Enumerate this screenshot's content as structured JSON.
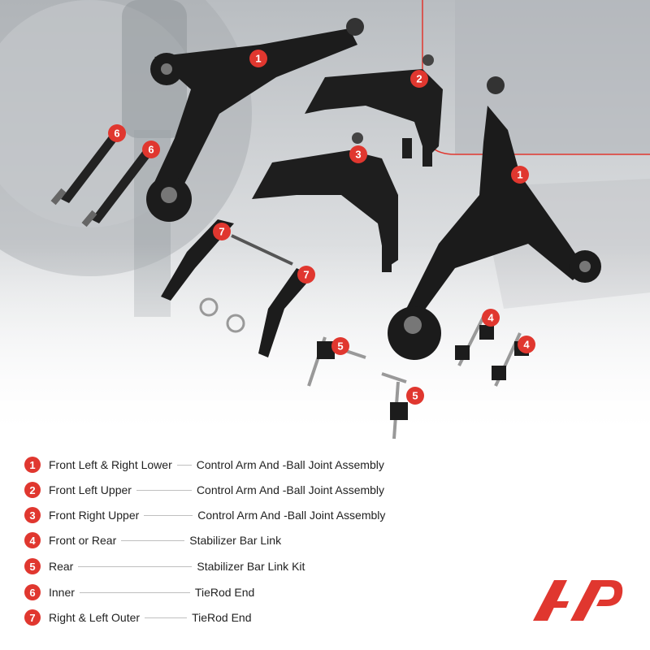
{
  "callouts": [
    "1",
    "1",
    "2",
    "3",
    "4",
    "4",
    "5",
    "5",
    "6",
    "6",
    "7",
    "7"
  ],
  "legend": [
    {
      "num": "1",
      "label": "Front Left  & Right Lower",
      "desc": "Control Arm And -Ball Joint Assembly"
    },
    {
      "num": "2",
      "label": "Front Left Upper",
      "desc": "Control Arm And -Ball Joint Assembly"
    },
    {
      "num": "3",
      "label": "Front Right Upper",
      "desc": "Control Arm And -Ball Joint Assembly"
    },
    {
      "num": "4",
      "label": "Front or Rear",
      "desc": "Stabilizer Bar Link"
    },
    {
      "num": "5",
      "label": "Rear",
      "desc": "Stabilizer Bar Link Kit"
    },
    {
      "num": "6",
      "label": "Inner",
      "desc": "TieRod End"
    },
    {
      "num": "7",
      "label": "Right  &  Left Outer",
      "desc": "TieRod End"
    }
  ],
  "colors": {
    "accent": "#e0372f",
    "part": "#1c1c1c",
    "background_photo": "#cfd2d5"
  },
  "logo": "brand-logo-ap"
}
